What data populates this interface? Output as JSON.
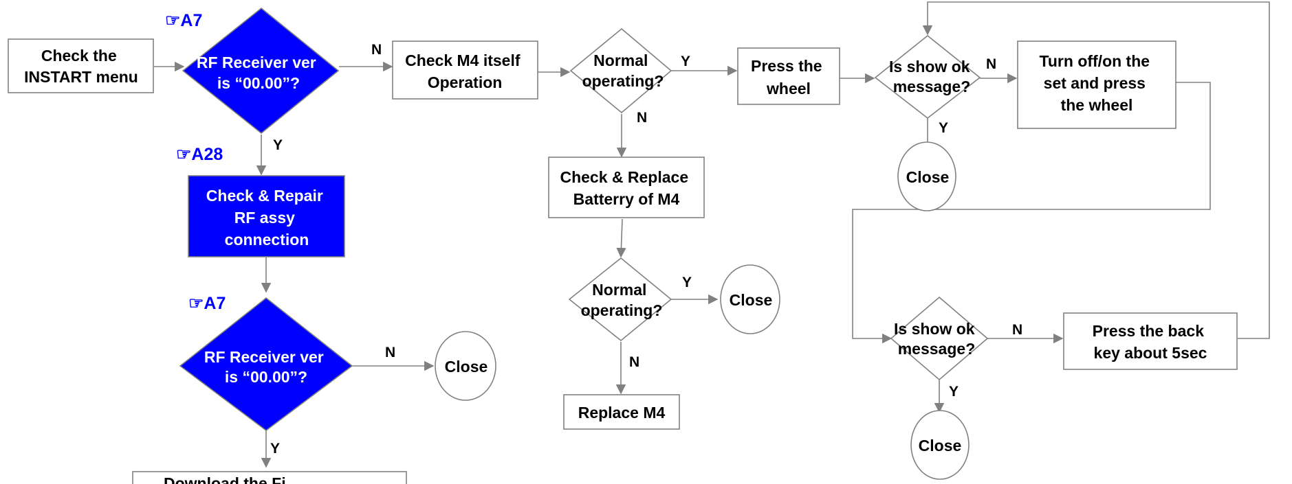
{
  "colors": {
    "line": "#808080",
    "text": "#000000",
    "fill_blue": "#0000FF",
    "text_on_blue": "#FFFFFF",
    "ref_text": "#0000FF"
  },
  "refs": {
    "a7_top": "☞A7",
    "a28": "☞A28",
    "a7_bottom": "☞A7"
  },
  "boxes": {
    "check_instart": [
      "Check the",
      "INSTART menu"
    ],
    "check_m4": [
      "Check M4 itself",
      "Operation"
    ],
    "press_wheel": [
      "Press the",
      "wheel"
    ],
    "turn_off_on": [
      "Turn off/on the",
      "set and press",
      "the wheel"
    ],
    "check_repair_rf": [
      "Check & Repair",
      "RF assy",
      "connection"
    ],
    "check_replace_battery": [
      "Check & Replace",
      "Batterry of M4"
    ],
    "replace_m4": [
      "Replace M4"
    ],
    "press_back": [
      "Press the back",
      "key about 5sec"
    ],
    "download_partial": [
      "Download the Fi"
    ]
  },
  "diamonds": {
    "rf_top": [
      "RF Receiver ver",
      "is “00.00”?"
    ],
    "normal_top": [
      "Normal",
      "operating?"
    ],
    "show_ok_top": [
      "Is show ok",
      "message?"
    ],
    "normal_bottom": [
      "Normal",
      "operating?"
    ],
    "rf_bottom": [
      "RF Receiver ver",
      "is “00.00”?"
    ],
    "show_ok_bottom": [
      "Is show ok",
      "message?"
    ]
  },
  "terminals": {
    "close_label": "Close"
  },
  "edge_labels": {
    "yes": "Y",
    "no": "N"
  }
}
